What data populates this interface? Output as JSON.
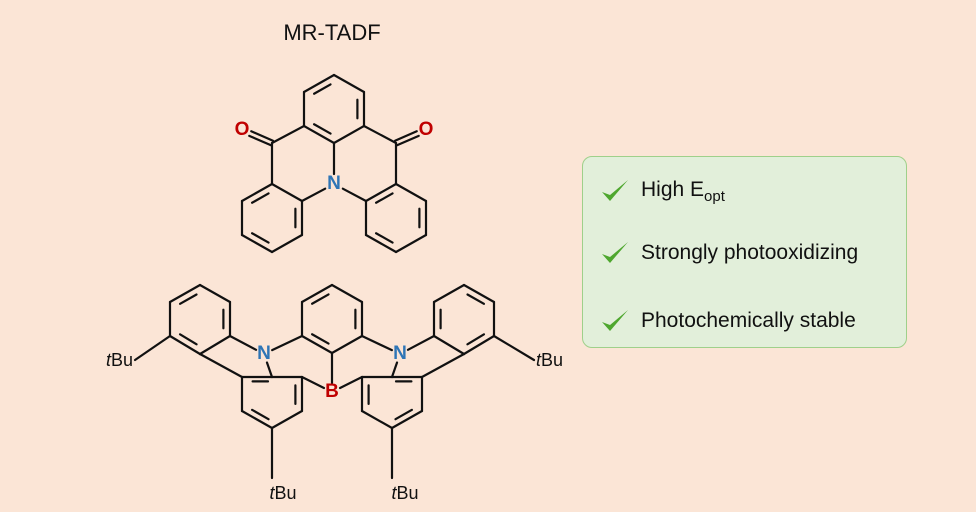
{
  "title": "MR-TADF",
  "molecule1": {
    "atoms": {
      "oxygen": "O",
      "nitrogen": "N"
    }
  },
  "molecule2": {
    "atoms": {
      "boron": "B",
      "nitrogen": "N"
    },
    "substituent_prefix": "t",
    "substituent": "Bu"
  },
  "features": [
    {
      "text": "High E",
      "sub": "opt"
    },
    {
      "text": "Strongly photooxidizing"
    },
    {
      "text": "Photochemically stable"
    }
  ],
  "colors": {
    "background": "#fbe5d6",
    "panel_background": "#e2efda",
    "panel_border": "#9fd08a",
    "check": "#4ea72e",
    "oxygen": "#c00000",
    "nitrogen": "#2e75b6",
    "boron": "#c00000"
  },
  "icons": {
    "feature_bullet": "check-icon"
  }
}
